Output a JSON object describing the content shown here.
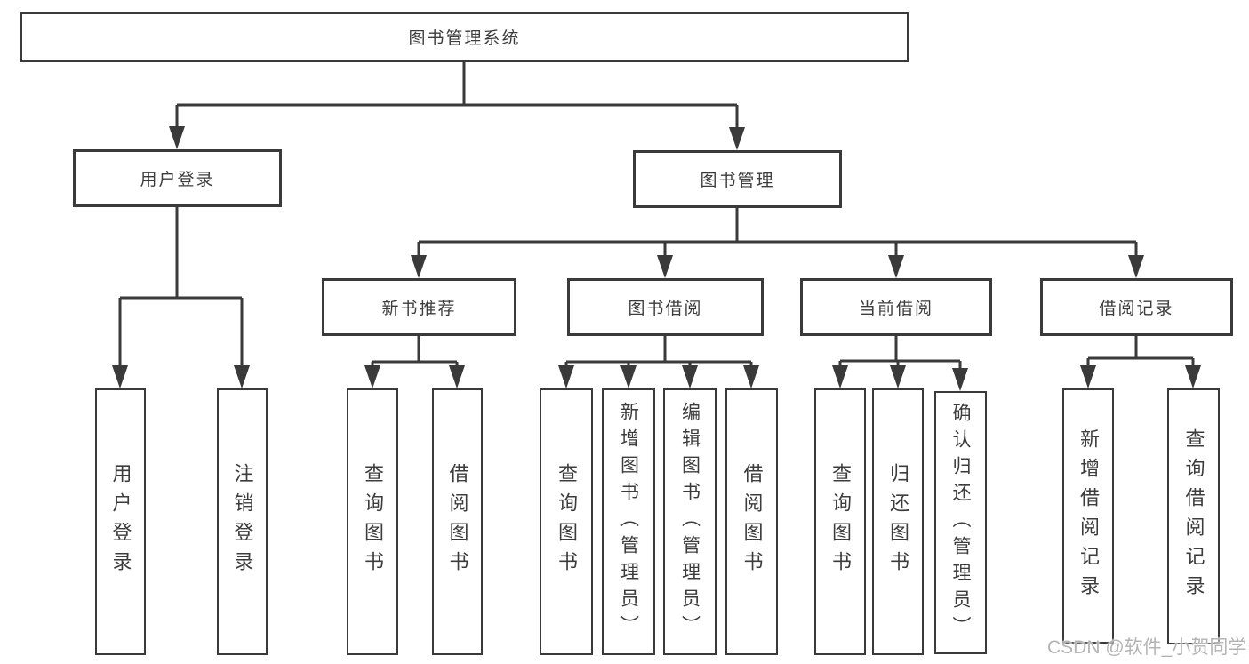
{
  "diagram": {
    "title": "图书管理系统",
    "type": "hierarchy-tree",
    "colors": {
      "line": "#3a3a3a",
      "border": "#3a3a3a",
      "text": "#3c3c3c",
      "background": "#ffffff",
      "watermark_text_color": "#b4b4b4"
    },
    "tree": {
      "root": {
        "label": "图书管理系统"
      },
      "level1": [
        {
          "label": "用户登录"
        },
        {
          "label": "图书管理"
        }
      ],
      "level2": [
        {
          "label": "新书推荐"
        },
        {
          "label": "图书借阅"
        },
        {
          "label": "当前借阅"
        },
        {
          "label": "借阅记录"
        }
      ],
      "leaves": {
        "user_login_group": [
          "用户登录",
          "注销登录"
        ],
        "new_book_group": [
          "查询图书",
          "借阅图书"
        ],
        "book_borrow_group": [
          "查询图书",
          "新增图书（管理员）",
          "编辑图书（管理员）",
          "借阅图书"
        ],
        "current_borrow_group": [
          "查询图书",
          "归还图书",
          "确认归还（管理员）"
        ],
        "record_group": [
          "新增借阅记录",
          "查询借阅记录"
        ]
      }
    },
    "watermark": "CSDN @软件_小贺同学"
  }
}
